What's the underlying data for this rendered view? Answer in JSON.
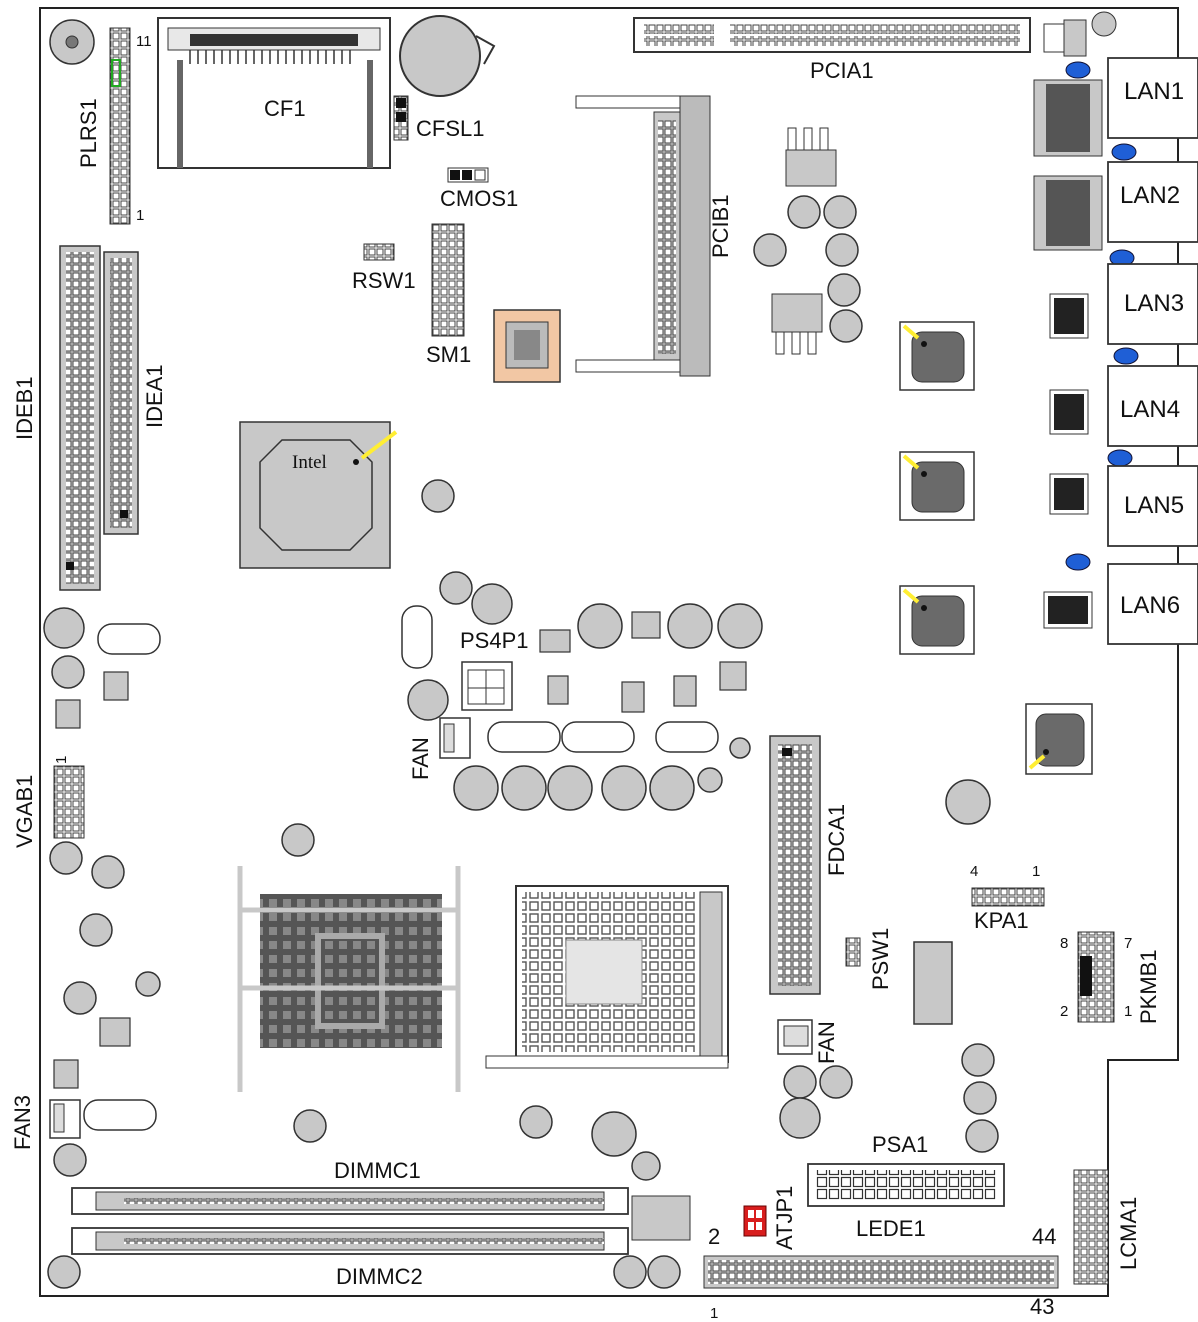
{
  "title": "",
  "labels": {
    "cf1": "CF1",
    "cfsl1": "CFSL1",
    "cmos1": "CMOS1",
    "rsw1": "RSW1",
    "sm1": "SM1",
    "pcia1": "PCIA1",
    "pcib1": "PCIB1",
    "plrs1": "PLRS1",
    "plrs_top": "11",
    "plrs_bottom": "1",
    "ideb1": "IDEB1",
    "idea1": "IDEA1",
    "intel": "Intel",
    "ps4p1": "PS4P1",
    "fan_cpu": "FAN",
    "fan_mid": "FAN",
    "fan3": "FAN3",
    "vgab1": "VGAB1",
    "vgab1_pin": "1",
    "fdca1": "FDCA1",
    "kpa1": "KPA1",
    "kpa1_left": "4",
    "kpa1_right": "1",
    "psw1": "PSW1",
    "pkmb1": "PKMB1",
    "pkmb1_8": "8",
    "pkmb1_7": "7",
    "pkmb1_2": "2",
    "pkmb1_1": "1",
    "psa1": "PSA1",
    "lede1": "LEDE1",
    "atjp1": "ATJP1",
    "dimmc1": "DIMMC1",
    "dimmc2": "DIMMC2",
    "lcma1": "LCMA1",
    "hdr_2": "2",
    "hdr_44": "44",
    "hdr_1": "1",
    "hdr_43": "43",
    "lan": [
      "LAN1",
      "LAN2",
      "LAN3",
      "LAN4",
      "LAN5",
      "LAN6"
    ]
  },
  "colors": {
    "board_outline": "#222222",
    "component_fill": "#c8c8c8",
    "component_stroke": "#333333",
    "chip_dark": "#6a6a6a",
    "pin_black": "#111111",
    "highlight_yellow": "#ffee33",
    "highlight_green": "#22aa22",
    "cap_blue": "#1f5fd6",
    "jumper_red": "#d81e1e",
    "chip_orange": "#f2c7a4"
  }
}
